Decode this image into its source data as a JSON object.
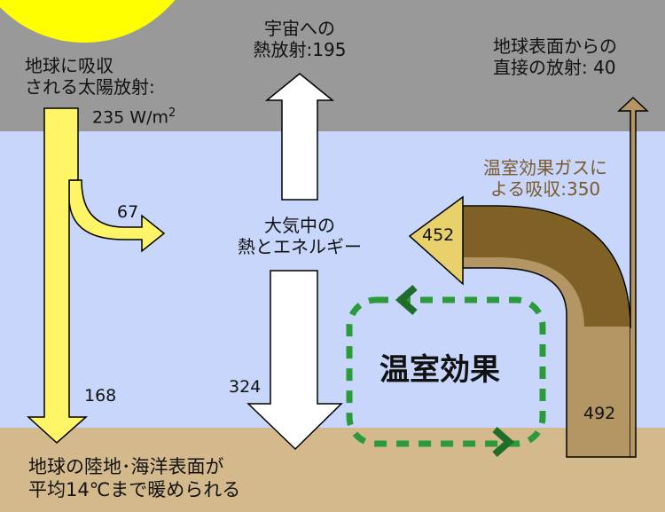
{
  "title": "温室効果",
  "solar_absorbed": {
    "line1": "地球に吸収",
    "line2": "される太陽放射:",
    "value": "235 W/m",
    "sup": "2"
  },
  "atmosphere_absorbed_solar": "67",
  "surface_absorbed_solar": "168",
  "space_emission": {
    "line1": "宇宙への",
    "line2": "熱放射:195"
  },
  "atmosphere_energy": {
    "line1": "大気中の",
    "line2": "熱とエネルギー"
  },
  "back_radiation": "324",
  "direct_emission": {
    "line1": "地球表面からの",
    "line2": "直接の放射: 40"
  },
  "ghg_absorption": {
    "line1": "温室効果ガスに",
    "line2": "よる吸収:350"
  },
  "atmosphere_to_arrow": "452",
  "surface_emission": "492",
  "ground_label": {
    "line1": "地球の陸地･海洋表面が",
    "line2": "平均14℃まで暖められる"
  },
  "colors": {
    "space": "#999999",
    "atmosphere": "#c8d6fc",
    "ground": "#d4b98c",
    "sun": "#ffff00",
    "solar_arrow": "#fff566",
    "dark_brown": "#7f6126",
    "light_brown": "#b49664",
    "cycle": "#2a9a3a"
  }
}
